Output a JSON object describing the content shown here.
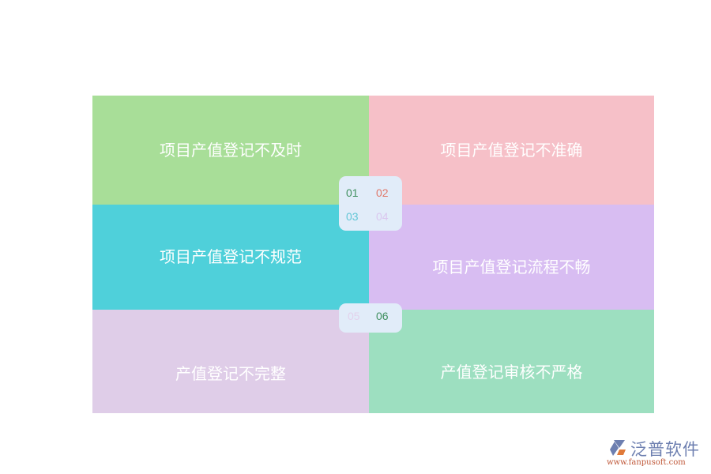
{
  "items": [
    {
      "num": "01",
      "label": "项目产值登记不及时",
      "color": "#a8de98",
      "num_color": "#3f8f5f"
    },
    {
      "num": "02",
      "label": "项目产值登记不准确",
      "color": "#f6c0c8",
      "num_color": "#e0786a"
    },
    {
      "num": "03",
      "label": "项目产值登记不规范",
      "color": "#4fd0da",
      "num_color": "#62c6d6"
    },
    {
      "num": "04",
      "label": "项目产值登记流程不畅",
      "color": "#d8bdf2",
      "num_color": "#dac7ef"
    },
    {
      "num": "05",
      "label": "产值登记不完整",
      "color": "#dfcde8",
      "num_color": "#e2d2ec"
    },
    {
      "num": "06",
      "label": "产值登记审核不严格",
      "color": "#9ddfc0",
      "num_color": "#3f8f5f"
    }
  ],
  "logo": {
    "name": "泛普软件",
    "url": "www.fanpusoft.com"
  }
}
